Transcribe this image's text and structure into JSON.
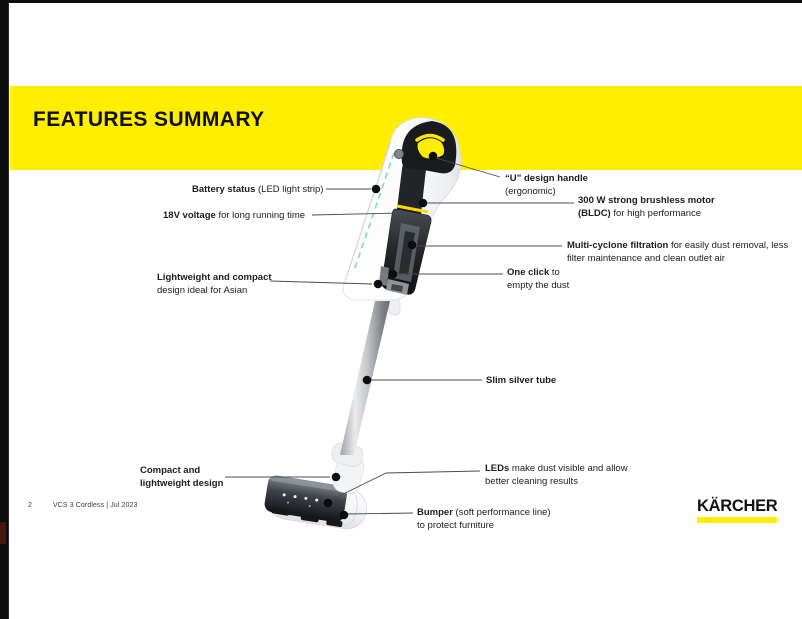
{
  "slide": {
    "title": "FEATURES SUMMARY",
    "footer": {
      "page_number": "2",
      "doc_info": "VCS 3 Cordless | Jul 2023"
    },
    "brand": {
      "logo_text": "KÄRCHER"
    },
    "colors": {
      "brand_yellow": "#FFEE00",
      "accent_yellow": "#FFD800",
      "led_green": "#85DCAE",
      "text": "#1C1C1C",
      "leader_line": "#4A4C50"
    }
  },
  "callouts": {
    "battery_status": {
      "bold": "Battery status",
      "rest": " (LED light strip)"
    },
    "voltage": {
      "bold": "18V voltage",
      "rest": " for long running time"
    },
    "lightweight": {
      "bold": "Lightweight and compact",
      "line2": "design ideal for Asian"
    },
    "compact": {
      "line1": "Compact and",
      "line2": "lightweight design"
    },
    "handle": {
      "bold": "“U” design handle",
      "line2": "(ergonomic)"
    },
    "motor": {
      "bold": "300 W strong brushless motor",
      "bold2": "(BLDC)",
      "rest2": " for high performance"
    },
    "cyclone": {
      "bold": "Multi-cyclone filtration",
      "rest": " for easily dust removal, less",
      "line2": "filter maintenance and clean outlet air"
    },
    "one_click": {
      "bold": "One click",
      "rest": " to",
      "line2": "empty the dust"
    },
    "tube": {
      "bold": "Slim silver tube"
    },
    "leds": {
      "bold": "LEDs",
      "rest": " make dust visible and allow",
      "line2": "better cleaning results"
    },
    "bumper": {
      "bold": "Bumper",
      "rest": " (soft performance line)",
      "line2": "to protect furniture"
    }
  }
}
